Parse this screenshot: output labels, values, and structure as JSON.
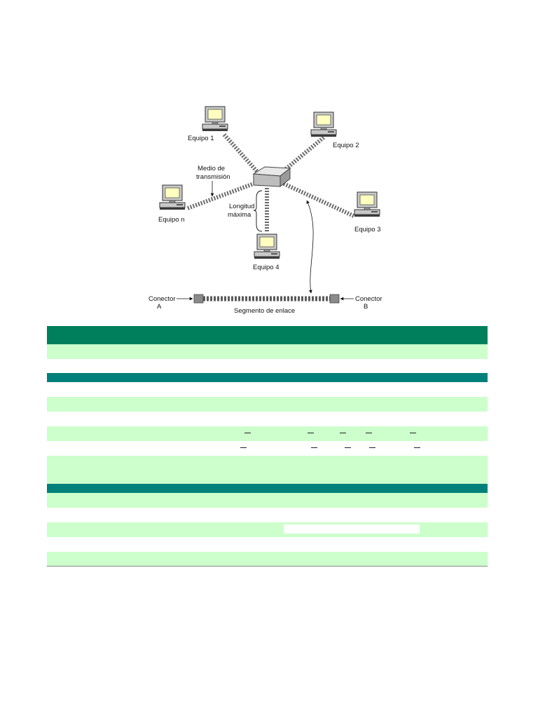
{
  "diagram": {
    "computers": [
      {
        "label": "Equipo 1"
      },
      {
        "label": "Equipo 2"
      },
      {
        "label": "Equipo 3"
      },
      {
        "label": "Equipo 4"
      },
      {
        "label": "Equipo n"
      }
    ],
    "medio_line1": "Medio de",
    "medio_line2": "transmisión",
    "longitud_line1": "Longitud",
    "longitud_line2": "máxima",
    "connector_a_line1": "Conector",
    "connector_a_line2": "A",
    "connector_b_line1": "Conector",
    "connector_b_line2": "B",
    "segment_label": "Segmento de enlace"
  },
  "colors": {
    "header_green": "#007f5c",
    "section_teal": "#00807a",
    "row_green": "#ccffcc",
    "screen_yellow": "#ffffc0",
    "computer_gray": "#c8c8c8"
  },
  "icons": [
    "computer-icon",
    "hub-icon",
    "twisted-cable",
    "connector-icon"
  ]
}
